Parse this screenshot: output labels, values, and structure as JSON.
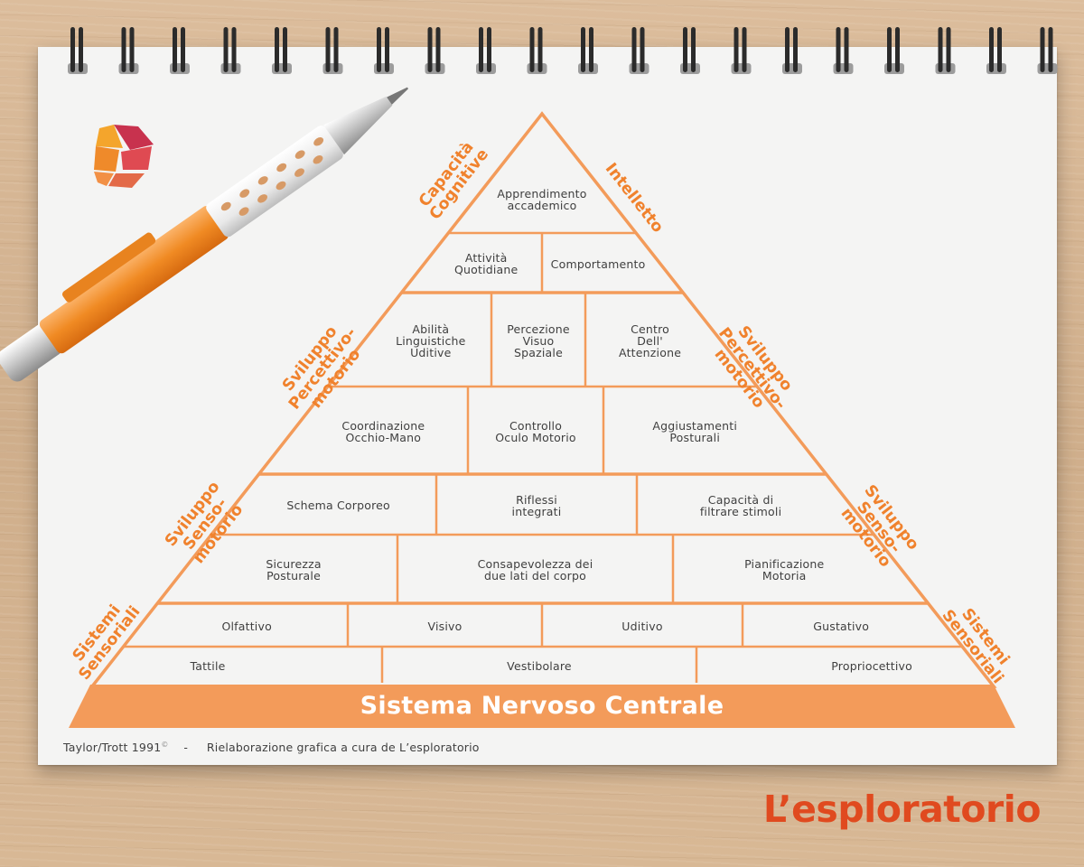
{
  "pyramid": {
    "base_title": "Sistema Nervoso Centrale",
    "rows": [
      [
        "Apprendimento\naccademico"
      ],
      [
        "Attività\nQuotidiane",
        "Comportamento"
      ],
      [
        "Abilità\nLinguistiche\nUditive",
        "Percezione\nVisuo\nSpaziale",
        "Centro\nDell'\nAttenzione"
      ],
      [
        "Coordinazione\nOcchio-Mano",
        "Controllo\nOculo Motorio",
        "Aggiustamenti\nPosturali"
      ],
      [
        "Schema Corporeo",
        "Riflessi\nintegrati",
        "Capacità di\nfiltrare stimoli"
      ],
      [
        "Sicurezza\nPosturale",
        "Consapevolezza dei\ndue lati del corpo",
        "Pianificazione\nMotoria"
      ],
      [
        "Olfattivo",
        "Visivo",
        "Uditivo",
        "Gustativo"
      ],
      [
        "Tattile",
        "Vestibolare",
        "Propriocettivo"
      ]
    ]
  },
  "side_labels": {
    "left": [
      "Capacità\nCognitive",
      "Sviluppo\nPercettivo-motorio",
      "Sviluppo\nSenso-motorio",
      "Sistemi\nSensoriali"
    ],
    "right": [
      "Intelletto",
      "Sviluppo\nPercettivo-motorio",
      "Sviluppo\nSenso-motorio",
      "Sistemi\nSensoriali"
    ]
  },
  "footer": {
    "credit": "Taylor/Trott 1991",
    "copyright_mark": "©",
    "separator": "-",
    "note": "Rielaborazione grafica a cura de L’esploratorio"
  },
  "brand": "L’esploratorio",
  "colors": {
    "accent": "#f39b5a",
    "accent_dark": "#f0822d",
    "brand": "#e04a1f",
    "paper": "#f4f4f3"
  },
  "icons": [
    "spiral-binding-icon",
    "pen-icon",
    "logo-icon"
  ]
}
